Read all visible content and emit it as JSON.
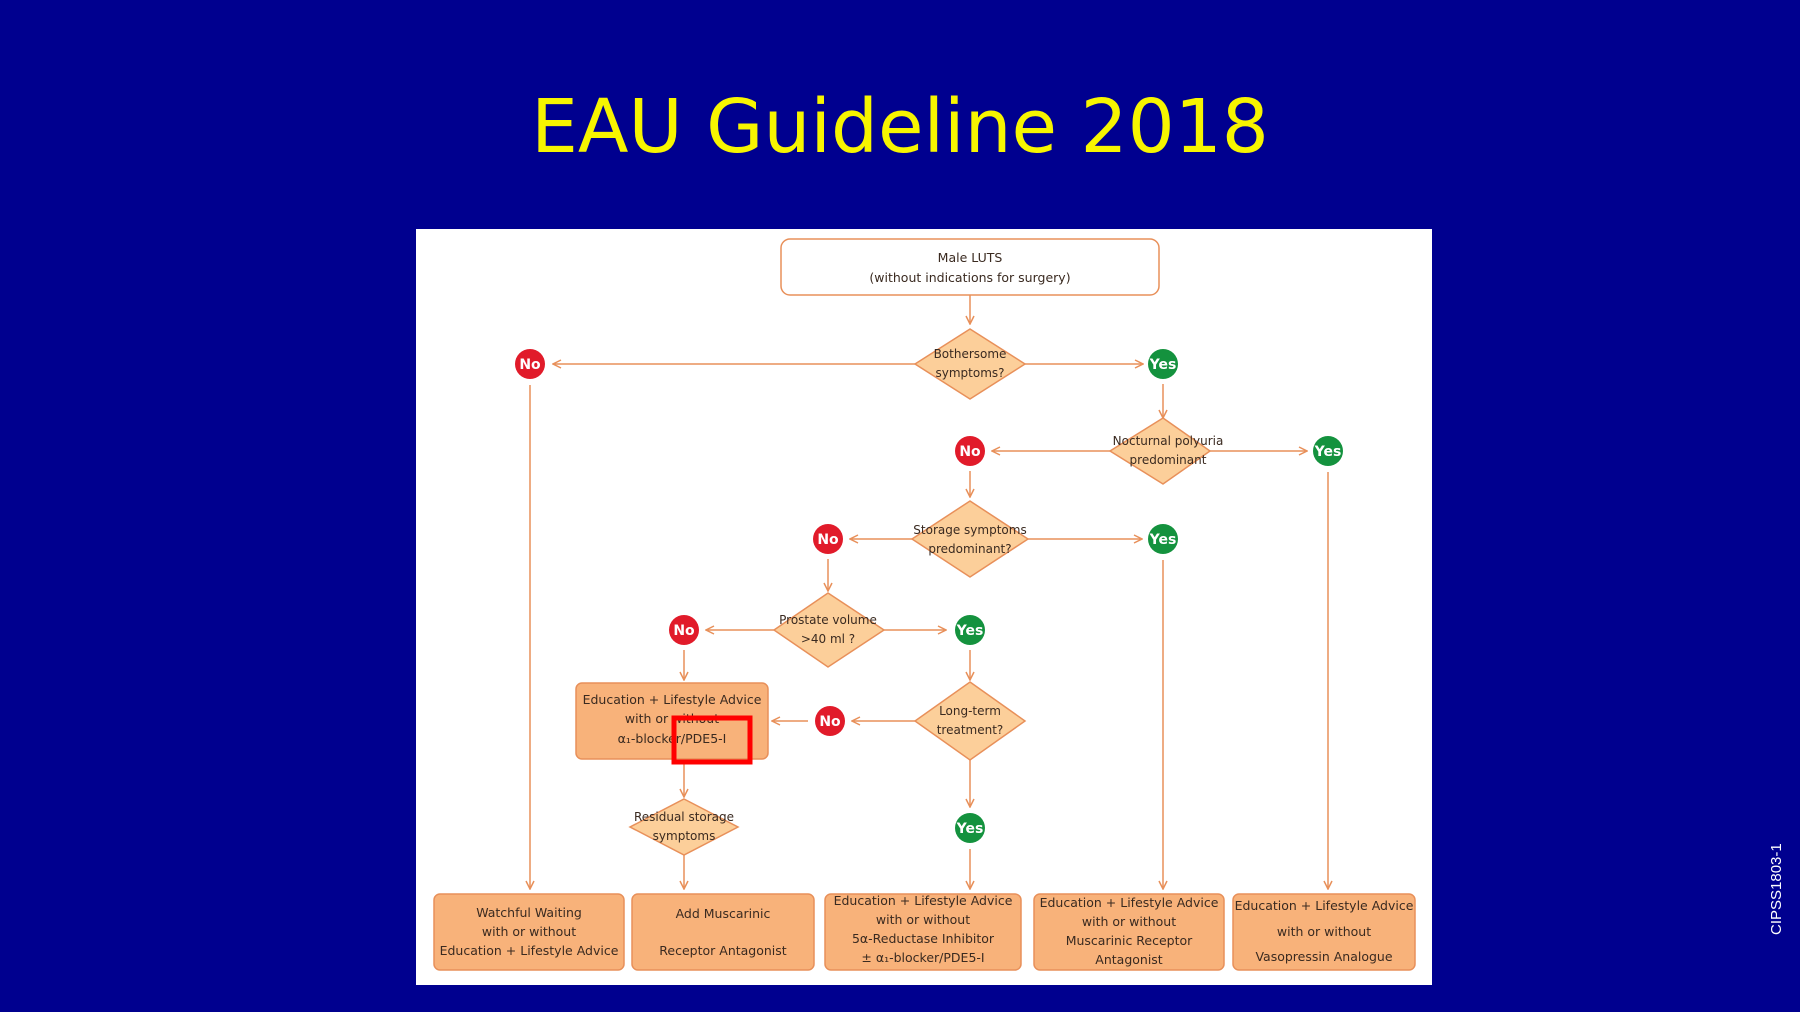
{
  "slide": {
    "title": "EAU Guideline 2018",
    "side_code": "CIPSS1803-1"
  },
  "colors": {
    "background": "#00008f",
    "title": "#f7f500",
    "box_fill": "#f8b27a",
    "box_stroke": "#e8905a",
    "diamond_fill": "#fccf9a",
    "line": "#e8905a",
    "no": "#e11b2a",
    "yes": "#14923e",
    "highlight": "#ff0000"
  },
  "diagram": {
    "start": [
      "Male LUTS",
      "(without indications for surgery)"
    ],
    "decisions": {
      "bothersome": [
        "Bothersome",
        "symptoms?"
      ],
      "nocturnal": [
        "Nocturnal polyuria",
        "predominant"
      ],
      "storage": [
        "Storage symptoms",
        "predominant?"
      ],
      "prostate": [
        "Prostate volume",
        ">40 ml ?"
      ],
      "longterm": [
        "Long-term",
        "treatment?"
      ],
      "residual": [
        "Residual storage",
        "symptoms"
      ]
    },
    "no_label": "No",
    "yes_label": "Yes",
    "middle_box": [
      "Education + Lifestyle Advice",
      "with or without",
      "α₁-blocker/PDE5-I"
    ],
    "outcomes": {
      "watchful": [
        "Watchful Waiting",
        "with or without",
        "Education + Lifestyle Advice"
      ],
      "muscarinic": [
        "Add Muscarinic",
        "Receptor Antagonist"
      ],
      "reductase": [
        "Education + Lifestyle Advice",
        "with or without",
        "5α-Reductase Inhibitor",
        "± α₁-blocker/PDE5-I"
      ],
      "mra": [
        "Education + Lifestyle Advice",
        "with or without",
        "Muscarinic Receptor",
        "Antagonist"
      ],
      "vasopressin": [
        "Education + Lifestyle Advice",
        "with or without",
        "Vasopressin Analogue"
      ]
    }
  }
}
